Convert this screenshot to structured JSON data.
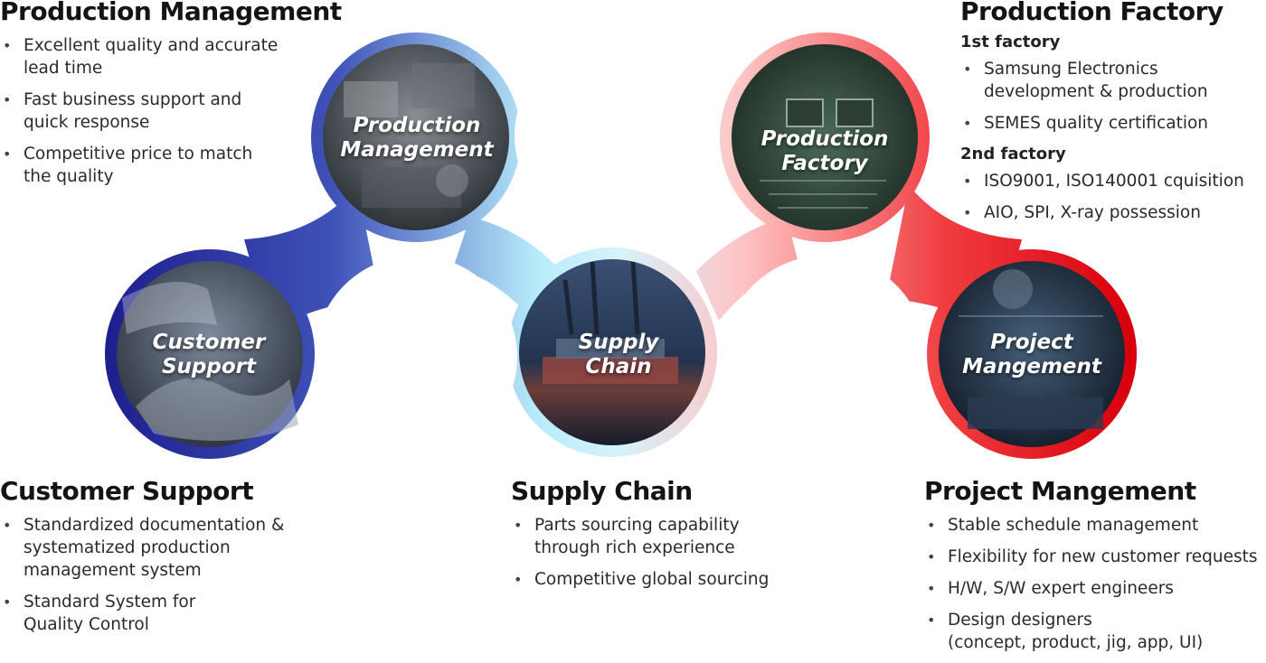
{
  "blocks": {
    "production_management": {
      "title": "Production Management",
      "items": [
        "Excellent quality and accurate\nlead time",
        "Fast business support and\nquick response",
        "Competitive price to match\nthe quality"
      ]
    },
    "production_factory": {
      "title": "Production Factory",
      "groups": [
        {
          "heading": "1st factory",
          "items": [
            "Samsung Electronics\ndevelopment & production",
            "SEMES quality certification"
          ]
        },
        {
          "heading": "2nd factory",
          "items": [
            "ISO9001, ISO140001 cquisition",
            "AIO, SPI, X-ray possession"
          ]
        }
      ]
    },
    "customer_support": {
      "title": "Customer Support",
      "items": [
        "Standardized documentation &\nsystematized production\nmanagement system",
        "Standard System for\nQuality Control"
      ]
    },
    "supply_chain": {
      "title": "Supply Chain",
      "items": [
        "Parts sourcing capability\nthrough rich experience",
        "Competitive global sourcing"
      ]
    },
    "project_management": {
      "title": "Project Mangement",
      "items": [
        "Stable schedule management",
        "Flexibility for new customer requests",
        "H/W, S/W expert engineers",
        "Design designers\n(concept, product, jig, app, UI)"
      ]
    }
  },
  "circles": {
    "customer_support": "Customer\nSupport",
    "production_management": "Production\nManagement",
    "supply_chain": "Supply\nChain",
    "production_factory": "Production\nFactory",
    "project_management": "Project\nMangement"
  },
  "colors": {
    "blue": "#1e1f8e",
    "cyan": "#bdeefc",
    "red": "#e20a16"
  }
}
